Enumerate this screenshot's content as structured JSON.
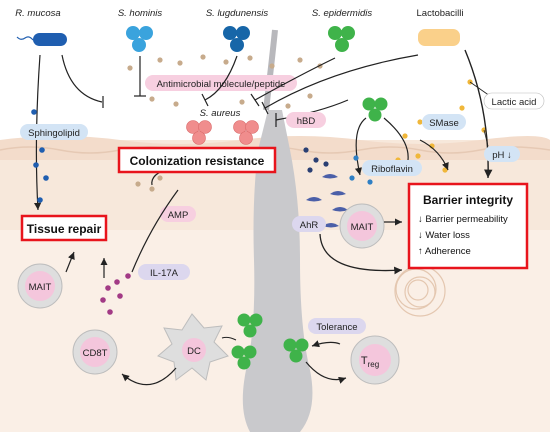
{
  "species": {
    "r_mucosa": "R. mucosa",
    "s_hominis": "S. hominis",
    "s_lugdunensis": "S. lugdunensis",
    "s_epidermidis": "S. epidermidis",
    "lactobacilli": "Lactobacilli"
  },
  "labels": {
    "antimicrobial": "Antimicrobial molecule/peptide",
    "s_aureus": "S. aureus",
    "sphingolipid": "Sphingolipid",
    "colonization_resistance": "Colonization resistance",
    "tissue_repair": "Tissue repair",
    "amp": "AMP",
    "il17a": "IL-17A",
    "hbd": "hBD",
    "ahr": "AhR",
    "smase": "SMase",
    "lactic_acid": "Lactic acid",
    "ph": "pH ↓",
    "riboflavin": "Riboflavin",
    "tolerance": "Tolerance"
  },
  "cells": {
    "mait_left": "MAIT",
    "mait_right": "MAIT",
    "cd8t": "CD8T",
    "dc": "DC",
    "treg_main": "T",
    "treg_sub": "reg"
  },
  "barrier": {
    "title": "Barrier integrity",
    "items": [
      "↓ Barrier permeability",
      "↓ Water loss",
      "↑ Adherence"
    ]
  },
  "colors": {
    "highlight_border": "#e8141c",
    "label_pink": "#f7cfe0",
    "label_blue": "#d3e4f5",
    "label_purple": "#dcd7ee",
    "skin_top": "#f4e2d2",
    "hair_gray": "#c9c9cc"
  }
}
